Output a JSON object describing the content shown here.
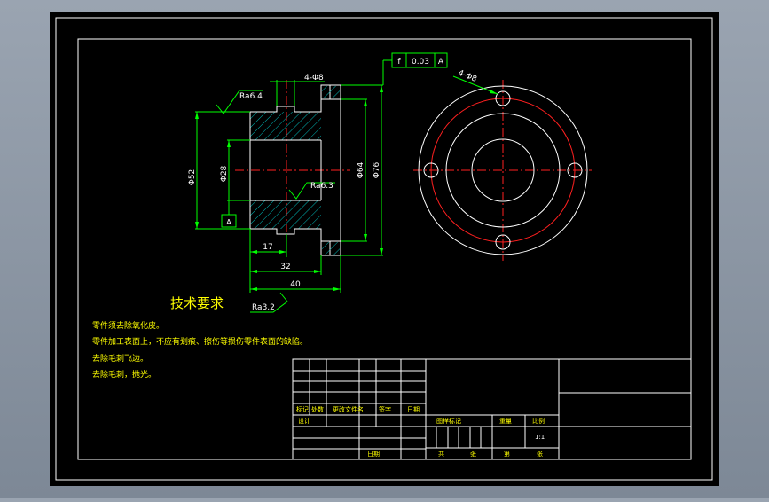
{
  "colors": {
    "background": "#000000",
    "frame": "#ffffff",
    "dimension": "#00ff00",
    "hatch": "#00b7b7",
    "centerline": "#ff2020",
    "text": "#ffff00",
    "outer_bg": "#8e99a6"
  },
  "section_view": {
    "roughness_top": "Ra6.4",
    "roughness_mid": "Ra6.3",
    "roughness_bottom": "Ra3.2",
    "dim_hole": "4-Φ8",
    "dim_phi52": "Φ52",
    "dim_phi28": "Φ28",
    "dim_phi64": "Φ64",
    "dim_phi76": "Φ76",
    "dim_17": "17",
    "dim_32": "32",
    "dim_40": "40",
    "datum_label": "A",
    "tolerance_symbol": "f",
    "tolerance_value": "0.03",
    "tolerance_datum": "A"
  },
  "front_view": {
    "hole_dim": "4-Φ8"
  },
  "tech_requirements": {
    "title": "技术要求",
    "lines": [
      "零件须去除氧化皮。",
      "零件加工表面上，不应有划痕、擦伤等损伤零件表面的缺陷。",
      "去除毛刺飞边。",
      "去除毛刺，抛光。"
    ]
  },
  "title_block": {
    "hdr_mark": "标记",
    "hdr_count": "处数",
    "hdr_doc": "更改文件名",
    "hdr_sign": "签字",
    "hdr_date": "日期",
    "designer": "设计",
    "date": "日期",
    "stage_mark": "图样标记",
    "weight": "重量",
    "scale": "比例",
    "scale_value": "1:1",
    "total": "共",
    "sheet_unit": "张",
    "page": "第",
    "page_unit": "张"
  }
}
